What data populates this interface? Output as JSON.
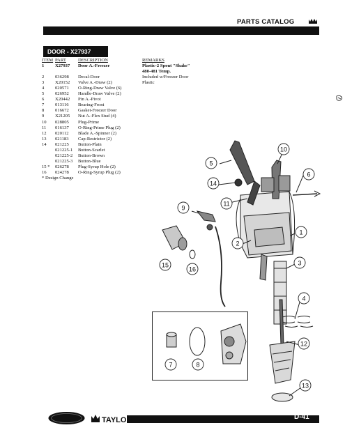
{
  "header": {
    "title": "PARTS CATALOG"
  },
  "section": {
    "title": "DOOR - X27937"
  },
  "table": {
    "columns": [
      "ITEM",
      "PART",
      "DESCRIPTION",
      "REMARKS"
    ],
    "rows": [
      {
        "item": "1",
        "part": "X27937",
        "desc": "Door A.-Freezer",
        "rem": "Plastic-2 Spout \"Shake\"",
        "bold": true
      },
      {
        "item": "",
        "part": "",
        "desc": "",
        "rem": "480-481 Temp.",
        "bold": true
      },
      {
        "item": "2",
        "part": "036298",
        "desc": "Decal-Door",
        "rem": "Included w/Freezer Door"
      },
      {
        "item": "3",
        "part": "X20152",
        "desc": "Valve A.-Draw (2)",
        "rem": "Plastic"
      },
      {
        "item": "4",
        "part": "020571",
        "desc": "O-Ring-Draw Valve (6)",
        "rem": ""
      },
      {
        "item": "5",
        "part": "026952",
        "desc": "Handle-Draw Valve (2)",
        "rem": ""
      },
      {
        "item": "6",
        "part": "X20442",
        "desc": "Pin A.-Pivot",
        "rem": ""
      },
      {
        "item": "7",
        "part": "013116",
        "desc": "Bearing-Front",
        "rem": ""
      },
      {
        "item": "8",
        "part": "016672",
        "desc": "Gasket-Freezer Door",
        "rem": ""
      },
      {
        "item": "9",
        "part": "X21205",
        "desc": "Nut A.-Flex Stud (4)",
        "rem": ""
      },
      {
        "item": "10",
        "part": "028805",
        "desc": "Plug-Prime",
        "rem": ""
      },
      {
        "item": "11",
        "part": "016137",
        "desc": "O-Ring-Prime Plug (2)",
        "rem": ""
      },
      {
        "item": "12",
        "part": "020112",
        "desc": "Blade A.-Spinner (2)",
        "rem": ""
      },
      {
        "item": "13",
        "part": "021183",
        "desc": "Cap-Restrictor (2)",
        "rem": ""
      },
      {
        "item": "14",
        "part": "021225",
        "desc": "Button-Plain",
        "rem": ""
      },
      {
        "item": "",
        "part": "021225-1",
        "desc": "Button-Scarlet",
        "rem": ""
      },
      {
        "item": "",
        "part": "021225-2",
        "desc": "Button-Brown",
        "rem": ""
      },
      {
        "item": "",
        "part": "021225-3",
        "desc": "Button-Blue",
        "rem": ""
      },
      {
        "item": "15 *",
        "part": "026278",
        "desc": "Plug-Syrup Hole (2)",
        "rem": ""
      },
      {
        "item": "16",
        "part": "024278",
        "desc": "O-Ring-Syrup Plug (2)",
        "rem": ""
      }
    ],
    "footnote": "* Design Change"
  },
  "callouts": [
    "1",
    "2",
    "3",
    "4",
    "5",
    "6",
    "7",
    "8",
    "9",
    "10",
    "11",
    "12",
    "13",
    "14",
    "15",
    "16"
  ],
  "footer": {
    "brand": "TAYLOR",
    "page": "D-41"
  },
  "icons": [
    "catalog-logo-icon",
    "page-mark-icon",
    "taylor-oval-logo-icon",
    "taylor-crown-logo-icon"
  ]
}
